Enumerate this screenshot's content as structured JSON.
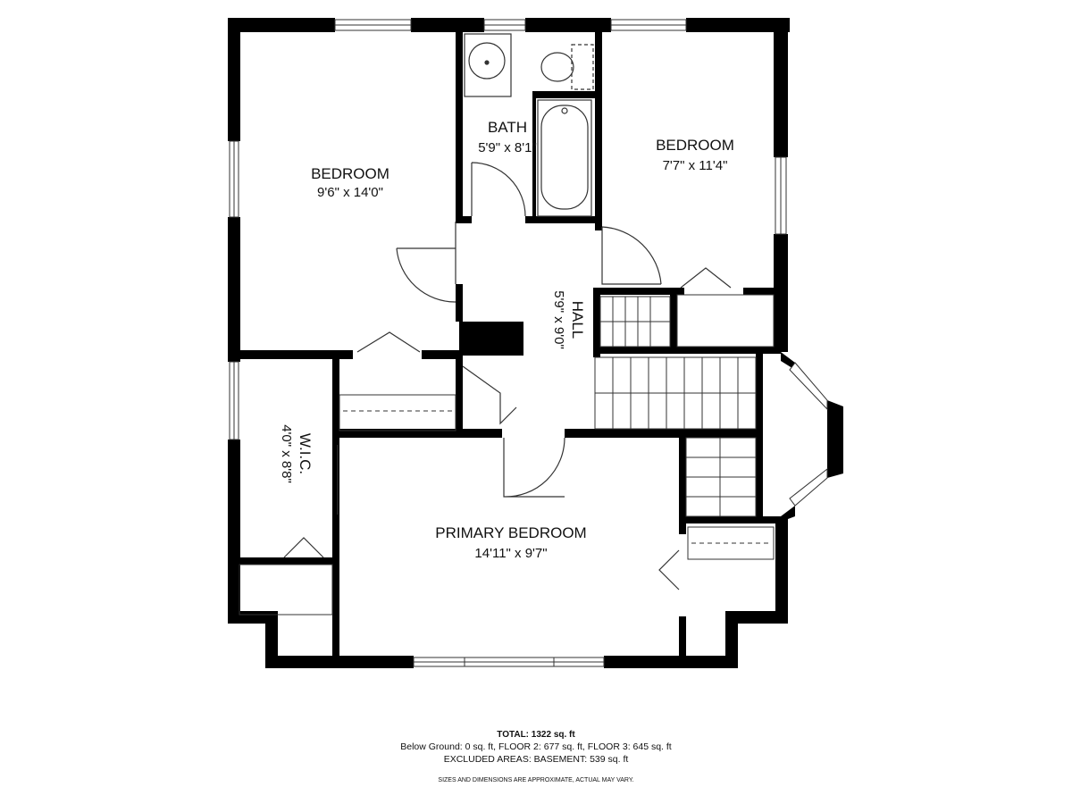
{
  "colors": {
    "wall": "#000000",
    "line": "#333333",
    "background": "#ffffff"
  },
  "rooms": {
    "bedroom_left": {
      "name": "BEDROOM",
      "size": "9'6\" x 14'0\""
    },
    "bath": {
      "name": "BATH",
      "size": "5'9\" x 8'1\""
    },
    "bedroom_right": {
      "name": "BEDROOM",
      "size": "7'7\" x 11'4\""
    },
    "hall": {
      "name": "HALL",
      "size": "5'9\" x 9'0\""
    },
    "wic": {
      "name": "W.I.C.",
      "size": "4'0\" x 8'8\""
    },
    "primary": {
      "name": "PRIMARY BEDROOM",
      "size": "14'11\" x 9'7\""
    }
  },
  "footer": {
    "total": "TOTAL: 1322 sq. ft",
    "floors": "Below Ground: 0 sq. ft, FLOOR 2: 677 sq. ft, FLOOR 3: 645 sq. ft",
    "excluded": "EXCLUDED AREAS: BASEMENT: 539 sq. ft",
    "disclaimer": "SIZES AND DIMENSIONS ARE APPROXIMATE, ACTUAL MAY VARY."
  }
}
